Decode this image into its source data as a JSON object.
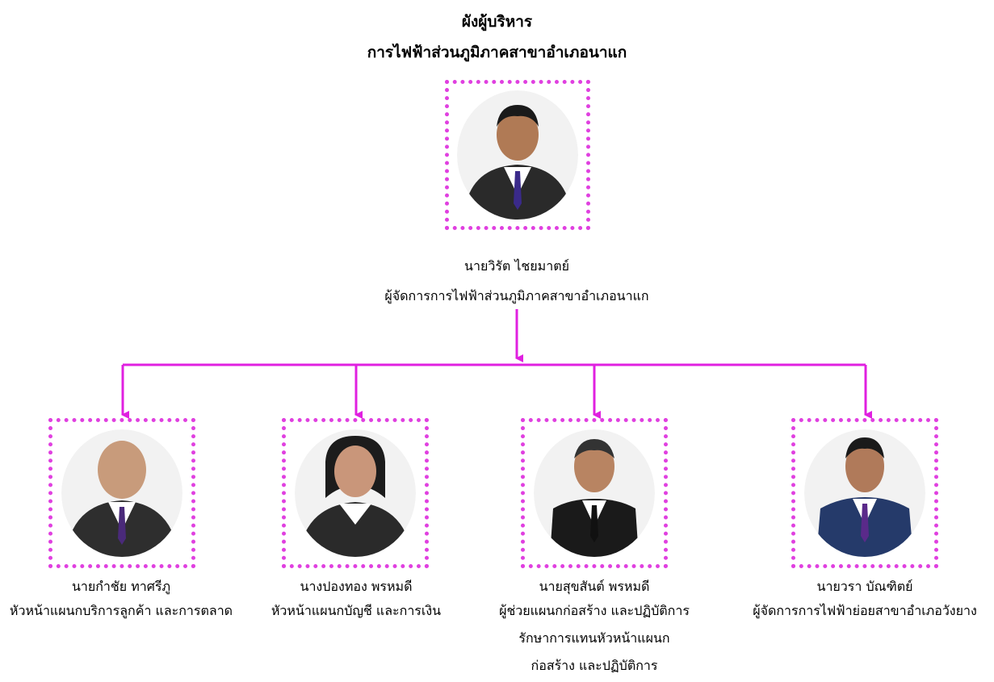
{
  "header": {
    "line1": "ผังผู้บริหาร",
    "line2": "การไฟฟ้าส่วนภูมิภาคสาขาอำเภอนาแก"
  },
  "manager": {
    "name": "นายวิรัต  ไชยมาตย์",
    "position": "ผู้จัดการการไฟฟ้าส่วนภูมิภาคสาขาอำเภอนาแก"
  },
  "staff": [
    {
      "name": "นายกำชัย  ทาศรีภู",
      "position_lines": [
        "หัวหน้าแผนกบริการลูกค้า และการตลาด"
      ]
    },
    {
      "name": "นางปองทอง  พรหมดี",
      "position_lines": [
        "หัวหน้าแผนกบัญชี และการเงิน"
      ]
    },
    {
      "name": "นายสุขสันต์  พรหมดี",
      "position_lines": [
        "ผู้ช่วยแผนกก่อสร้าง และปฏิบัติการ",
        "รักษาการแทนหัวหน้าแผนก",
        "ก่อสร้าง และปฏิบัติการ"
      ]
    },
    {
      "name": "นายวรา บัณฑิตย์",
      "position_lines": [
        "ผู้จัดการการไฟฟ้าย่อยสาขาอำเภอวังยาง"
      ]
    }
  ],
  "colors": {
    "connector": "#e020e0",
    "frame": "#e040e0"
  }
}
